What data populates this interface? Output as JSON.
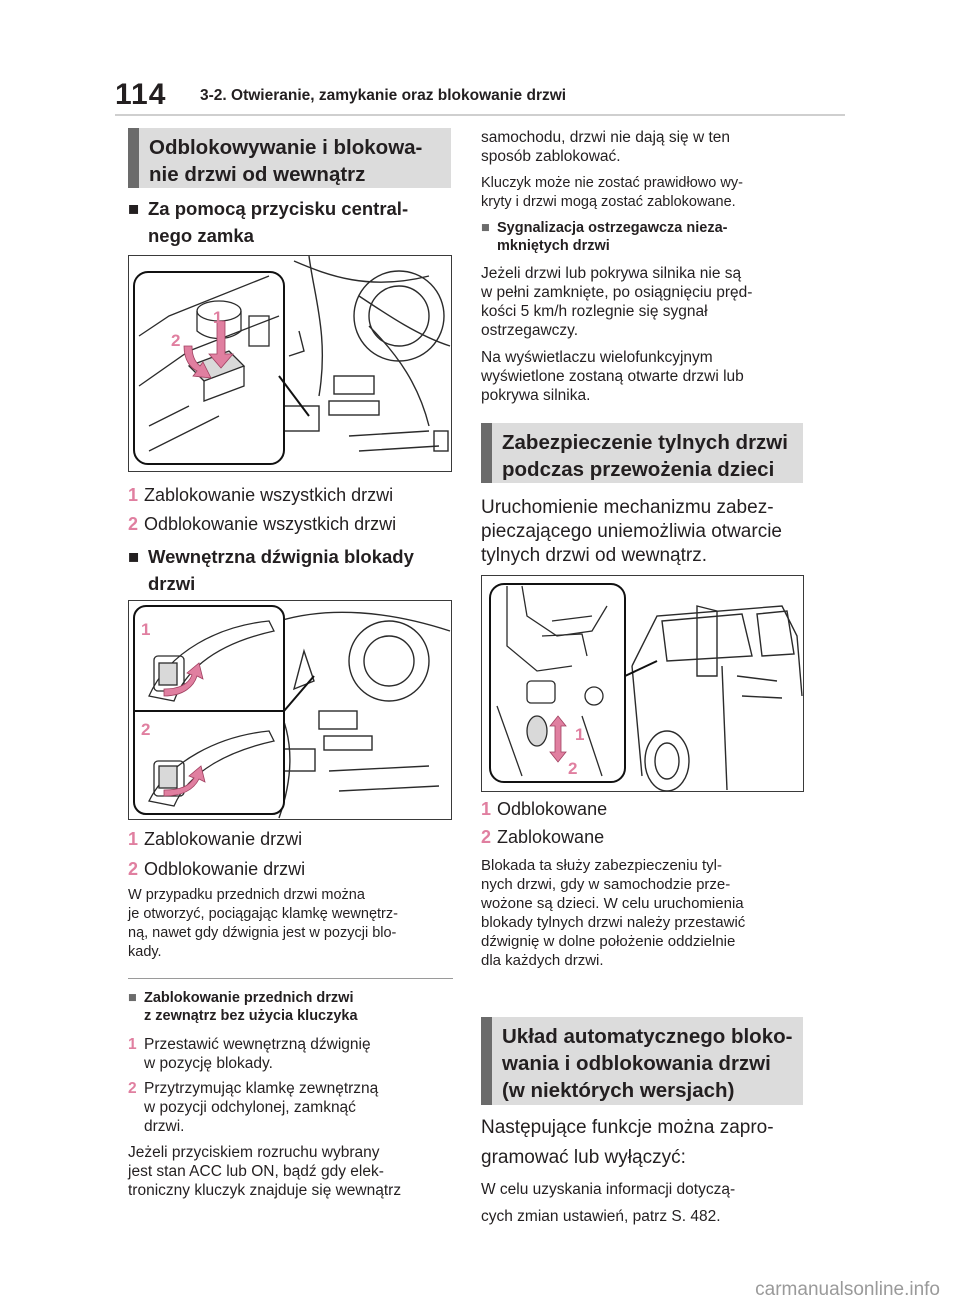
{
  "header": {
    "page_number": "114",
    "chapter": "3-2. Otwieranie, zamykanie oraz blokowanie drzwi"
  },
  "left": {
    "section1_title": "Odblokowywanie i blokowa-\nnie drzwi od wewnątrz",
    "sub1_title": "Za pomocą przycisku central-\nnego zamka",
    "fig1_callouts": [
      "1",
      "2"
    ],
    "fig1_items": [
      {
        "n": "1",
        "text": "Zablokowanie wszystkich drzwi"
      },
      {
        "n": "2",
        "text": "Odblokowanie wszystkich drzwi"
      }
    ],
    "sub2_title": "Wewnętrzna dźwignia blokady\ndrzwi",
    "fig2_callouts": [
      "1",
      "2"
    ],
    "fig2_items": [
      {
        "n": "1",
        "text": "Zablokowanie drzwi"
      },
      {
        "n": "2",
        "text": "Odblokowanie drzwi"
      }
    ],
    "note1": "W  przypadku przednich drzwi można\nje otworzyć, pociągając klamkę wewnętrz-\nną, nawet gdy dźwignia jest w pozycji blo-\nkady.",
    "sub3_title": "Zablokowanie przednich drzwi\nz zewnątrz bez użycia kluczyka",
    "steps": [
      {
        "n": "1",
        "text": "Przestawić wewnętrzną dźwignię\nw pozycję blokady."
      },
      {
        "n": "2",
        "text": "Przytrzymując klamkę zewnętrzną\nw pozycji odchylonej, zamknąć\ndrzwi."
      }
    ],
    "para_end": "Jeżeli przyciskiem rozruchu wybrany\njest stan ACC lub ON, bądź gdy elek-\ntroniczny kluczyk znajduje się wewnątrz"
  },
  "right": {
    "cont1": "samochodu, drzwi nie dają się w ten\nsposób zablokować.",
    "cont2": "Kluczyk może nie zostać prawidłowo wy-\nkryty i drzwi mogą zostać zablokowane.",
    "sub4_title": "Sygnalizacja ostrzegawcza nieza-\nmkniętych drzwi",
    "para_a": "Jeżeli drzwi lub pokrywa silnika nie są\nw pełni zamknięte, po osiągnięciu pręd-\nkości 5 km/h rozlegnie się sygnał\nostrzegawczy.",
    "para_b": "Na wyświetlaczu wielofunkcyjnym\nwyświetlone zostaną otwarte drzwi lub\npokrywa silnika.",
    "section2_title": "Zabezpieczenie tylnych drzwi\npodczas przewożenia dzieci",
    "section2_intro": "Uruchomienie mechanizmu zabez-\npieczającego uniemożliwia otwarcie\ntylnych drzwi od wewnątrz.",
    "fig3_callouts": [
      "1",
      "2"
    ],
    "fig3_items": [
      {
        "n": "1",
        "text": "Odblokowane"
      },
      {
        "n": "2",
        "text": "Zablokowane"
      }
    ],
    "para_c": "Blokada ta służy zabezpieczeniu tyl-\nnych drzwi, gdy w samochodzie prze-\nwożone są dzieci. W celu uruchomienia\nblokady tylnych drzwi należy przestawić\ndźwignię w dolne położenie oddzielnie\ndla każdych drzwi.",
    "section3_title": "Układ automatycznego bloko-\nwania i odblokowania drzwi\n(w niektórych wersjach)",
    "section3_intro": "Następujące funkcje można zapro-\ngramować lub wyłączyć:",
    "section3_ref": "W celu uzyskania informacji dotyczą-\ncych zmian ustawień, patrz S. 482."
  },
  "watermark": "carmanualsonline.info",
  "colors": {
    "accent_pink": "#e07fa0",
    "heading_bg": "#dcdcdc",
    "heading_bar": "#6b6b6b"
  }
}
